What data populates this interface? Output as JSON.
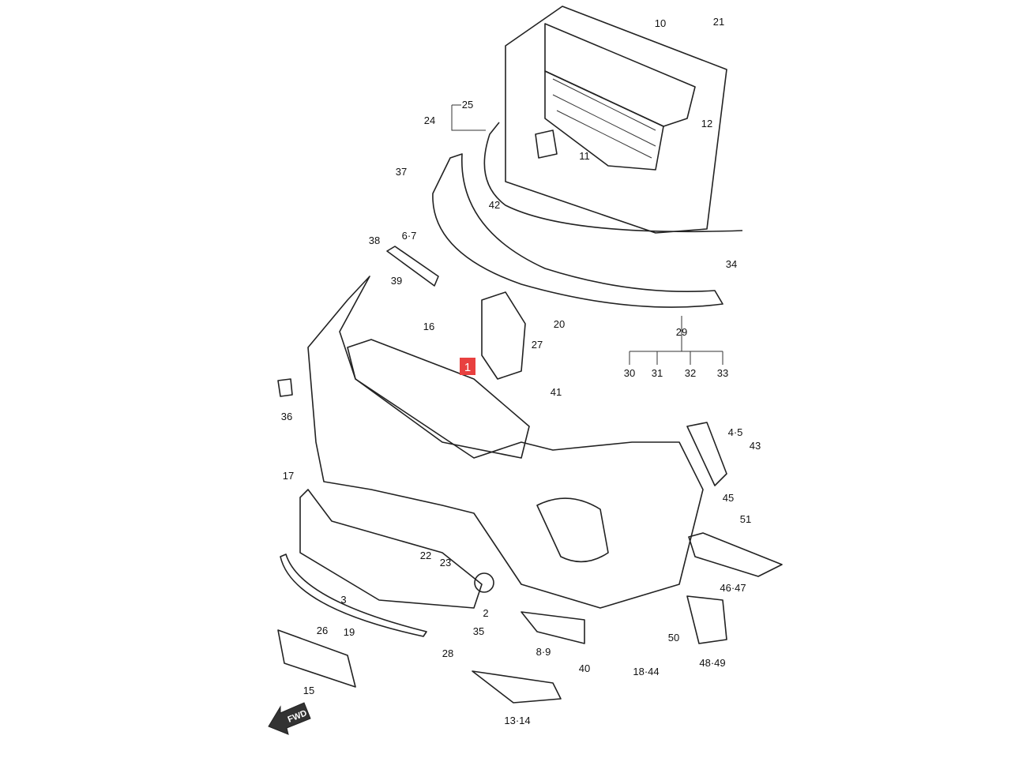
{
  "diagram": {
    "highlight_color": "#e8403f",
    "highlighted_callout": "1",
    "callouts": [
      "10",
      "21",
      "25",
      "24",
      "12",
      "11",
      "37",
      "42",
      "6·7",
      "38",
      "34",
      "39",
      "16",
      "20",
      "27",
      "29",
      "1",
      "30",
      "31",
      "32",
      "33",
      "41",
      "36",
      "4·5",
      "43",
      "17",
      "45",
      "51",
      "22",
      "23",
      "3",
      "2",
      "46·47",
      "26",
      "19",
      "35",
      "50",
      "28",
      "8·9",
      "48·49",
      "40",
      "18·44",
      "15",
      "13·14"
    ],
    "direction_arrow": "FWD"
  }
}
